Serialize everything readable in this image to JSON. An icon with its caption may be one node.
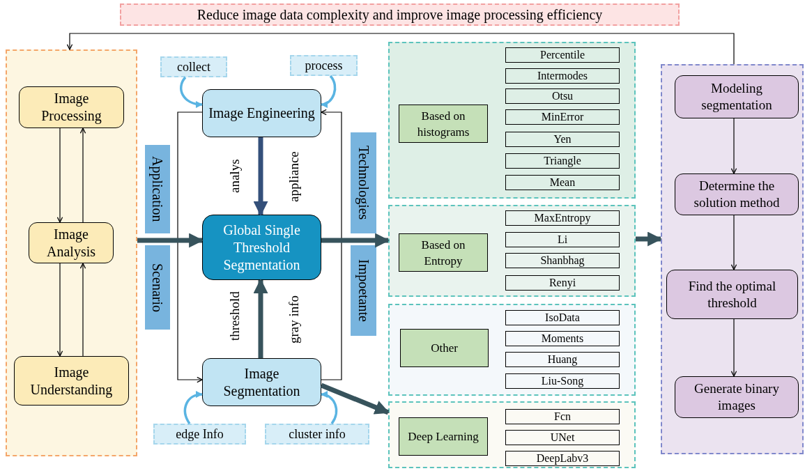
{
  "diagram": {
    "nodes": [
      {
        "text": [
          "Reduce image data complexity and improve image processing efficiency"
        ]
      },
      {
        "text": [],
        "shape": "box"
      },
      {
        "text": [
          "Image Processing"
        ],
        "in": 1
      },
      {
        "text": [
          "Image Analysis"
        ],
        "in": 1
      },
      {
        "text": [
          "Image Understanding"
        ],
        "in": 1
      },
      {
        "text": [
          "collect"
        ]
      },
      {
        "text": [
          "process"
        ]
      },
      {
        "text": [
          "Image Engineering"
        ]
      },
      {
        "text": [
          "Application"
        ]
      },
      {
        "text": [
          "Global Single Threshold Segmentation"
        ]
      },
      {
        "text": [
          "Technologies"
        ]
      },
      {
        "text": [
          "Image Segmentation"
        ]
      },
      {
        "text": [
          "edge Info"
        ]
      },
      {
        "text": [
          "cluster info"
        ]
      },
      {
        "text": [],
        "shape": "box"
      },
      {
        "text": [
          "Based on histograms"
        ],
        "in": 14
      },
      {
        "text": [
          "Percentile"
        ],
        "in": 14
      },
      {
        "text": [
          "Intermodes"
        ],
        "in": 14
      },
      {
        "text": [
          "Otsu"
        ],
        "in": 14
      },
      {
        "text": [
          "MinError"
        ],
        "in": 14
      },
      {
        "text": [
          "Yen"
        ],
        "in": 14
      },
      {
        "text": [
          "Triangle"
        ],
        "in": 14
      },
      {
        "text": [
          "Mean"
        ],
        "in": 14
      },
      {
        "text": [],
        "shape": "box"
      },
      {
        "text": [
          "Based on Entropy"
        ],
        "in": 23
      },
      {
        "text": [
          "MaxEntropy"
        ],
        "in": 23
      },
      {
        "text": [
          "Li"
        ],
        "in": 23
      },
      {
        "text": [
          "Shanbhag"
        ],
        "in": 23
      },
      {
        "text": [
          "Renyi"
        ],
        "in": 23
      },
      {
        "text": [],
        "shape": "box"
      },
      {
        "text": [
          "Other"
        ],
        "in": 29
      },
      {
        "text": [
          "IsoData"
        ],
        "in": 29
      },
      {
        "text": [
          "Moments"
        ],
        "in": 29
      },
      {
        "text": [
          "Huang"
        ],
        "in": 29
      },
      {
        "text": [
          "Liu-Song"
        ],
        "in": 29
      },
      {
        "text": [],
        "shape": "box"
      },
      {
        "text": [
          "Deep Learning"
        ],
        "in": 35
      },
      {
        "text": [
          "Fcn"
        ],
        "in": 35
      },
      {
        "text": [
          "UNet"
        ],
        "in": 35
      },
      {
        "text": [
          "DeepLabv3"
        ],
        "in": 35
      },
      {
        "text": [],
        "shape": "box"
      },
      {
        "text": [
          "Modeling segmentation"
        ],
        "in": 40
      },
      {
        "text": [
          "Determine the solution method"
        ],
        "in": 40
      },
      {
        "text": [
          "Find the optimal threshold"
        ],
        "in": 40
      },
      {
        "text": [
          "Generate binary images"
        ],
        "in": 40
      },
      {
        "text": [
          "Scenario"
        ]
      },
      {
        "text": [
          "Impoetante"
        ]
      }
    ],
    "edges": [
      {
        "from": 2,
        "to": 3,
        "arrow": "to"
      },
      {
        "from": 3,
        "to": 2,
        "arrow": "to"
      },
      {
        "from": 3,
        "to": 4,
        "arrow": "to"
      },
      {
        "from": 4,
        "to": 3,
        "arrow": "to"
      },
      {
        "from": 5,
        "to": 7,
        "arrow": "to",
        "style": "thick",
        "color": "#5ab4e2"
      },
      {
        "from": 6,
        "to": 7,
        "arrow": "to",
        "style": "thick",
        "color": "#5ab4e2"
      },
      {
        "from": 12,
        "to": 11,
        "arrow": "to",
        "style": "thick",
        "color": "#5ab4e2"
      },
      {
        "from": 13,
        "to": 11,
        "arrow": "to",
        "style": "thick",
        "color": "#5ab4e2"
      },
      {
        "from": 7,
        "to": 9,
        "arrow": "to",
        "style": "thick",
        "color": "#34507a"
      },
      {
        "from": 11,
        "to": 9,
        "arrow": "to",
        "style": "thick",
        "color": "#37535c"
      },
      {
        "from": 7,
        "to": 11,
        "arrow": "to"
      },
      {
        "from": 11,
        "to": 7,
        "arrow": "to"
      },
      {
        "from": 1,
        "to": 9,
        "arrow": "to",
        "style": "thick",
        "color": "#37535c"
      },
      {
        "from": 9,
        "to": 23,
        "arrow": "to",
        "style": "thick",
        "color": "#37535c"
      },
      {
        "from": 11,
        "to": 35,
        "arrow": "to",
        "style": "thick",
        "color": "#37535c"
      },
      {
        "from": 23,
        "to": 40,
        "arrow": "to",
        "style": "thick",
        "color": "#37535c"
      },
      {
        "from": 41,
        "to": 42,
        "arrow": "to"
      },
      {
        "from": 42,
        "to": 43,
        "arrow": "to"
      },
      {
        "from": 43,
        "to": 44,
        "arrow": "to"
      },
      {
        "from": 40,
        "to": 1,
        "arrow": "to"
      }
    ],
    "labels": [
      "analys",
      "appliance",
      "threshold",
      "gray info"
    ]
  }
}
